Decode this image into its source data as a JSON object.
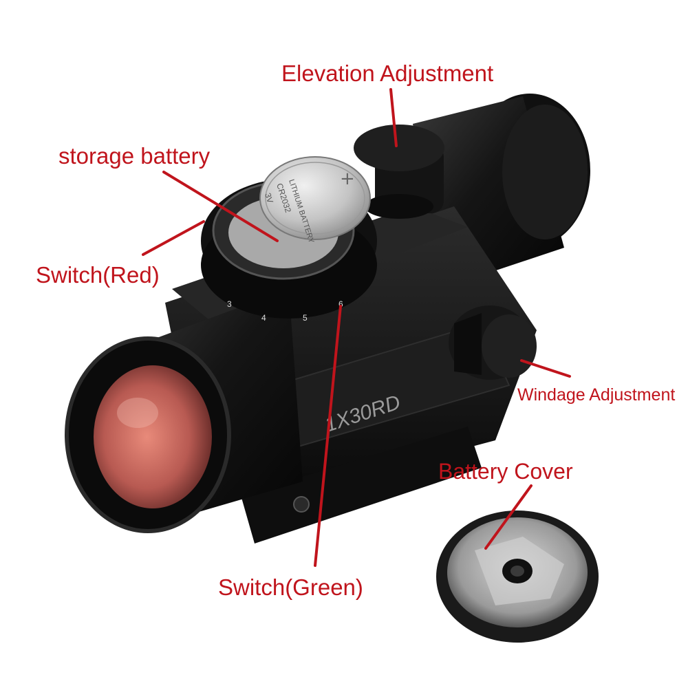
{
  "callouts": {
    "elevation": "Elevation Adjustment",
    "storage_battery": "storage battery",
    "switch_red": "Switch(Red)",
    "windage": "Windage Adjustment",
    "battery_cover": "Battery Cover",
    "switch_green": "Switch(Green)"
  },
  "markings": {
    "model": "1X30RD",
    "battery_model": "CR2032",
    "battery_brand": "LITHIUM BATTERY",
    "battery_voltage": "3V",
    "dial_numbers": [
      "3",
      "4",
      "5",
      "6"
    ]
  },
  "colors": {
    "callout": "#c0141c",
    "body": "#141414",
    "battery": "#c9c9c9"
  }
}
